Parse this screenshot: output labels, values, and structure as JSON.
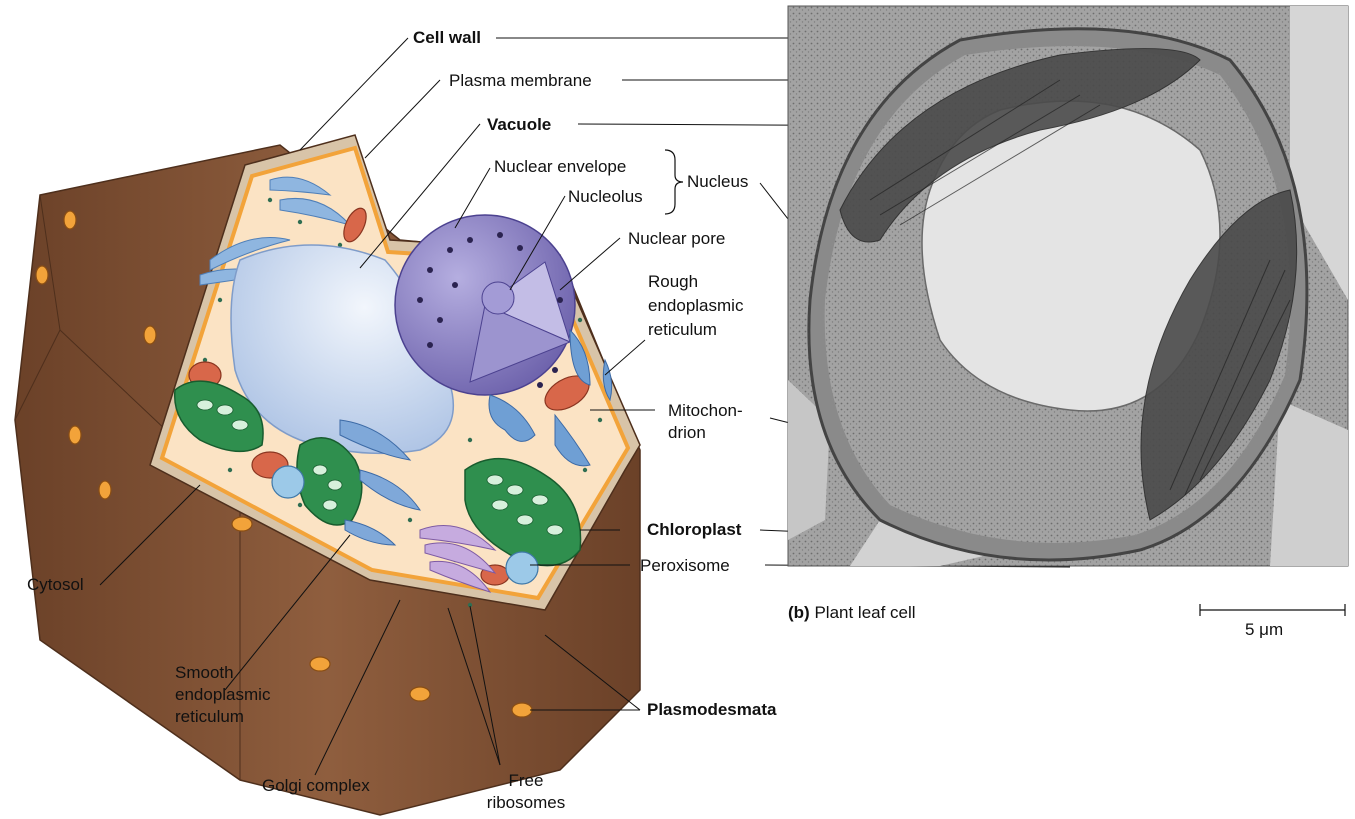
{
  "labels": {
    "cell_wall": "Cell wall",
    "plasma_membrane": "Plasma membrane",
    "vacuole": "Vacuole",
    "nuclear_envelope": "Nuclear envelope",
    "nucleolus": "Nucleolus",
    "nucleus": "Nucleus",
    "nuclear_pore": "Nuclear pore",
    "rough_er": "Rough\nendoplasmic\nreticulum",
    "mitochondrion": "Mitochon-\ndrion",
    "chloroplast": "Chloroplast",
    "peroxisome": "Peroxisome",
    "plasmodesmata": "Plasmodesmata",
    "cytosol": "Cytosol",
    "smooth_er": "Smooth\nendoplasmic\nreticulum",
    "golgi_complex": "Golgi complex",
    "free_ribosomes": "Free\nribosomes"
  },
  "caption": {
    "part": "(b)",
    "text": "Plant leaf cell"
  },
  "scale_bar": {
    "label": "5 μm"
  },
  "colors": {
    "cell_wall": "#8a5a3c",
    "cell_wall_dark": "#6e4428",
    "plasma_membrane": "#f2a33a",
    "cytosol": "#fbe3c4",
    "vacuole": "#c9daf2",
    "nucleus": "#8d84c4",
    "chloroplast": "#2f8f4e",
    "mitochondrion": "#d8674a",
    "er": "#6f9fd4",
    "golgi": "#b79bd1",
    "micrograph": "#9a9a9a"
  }
}
